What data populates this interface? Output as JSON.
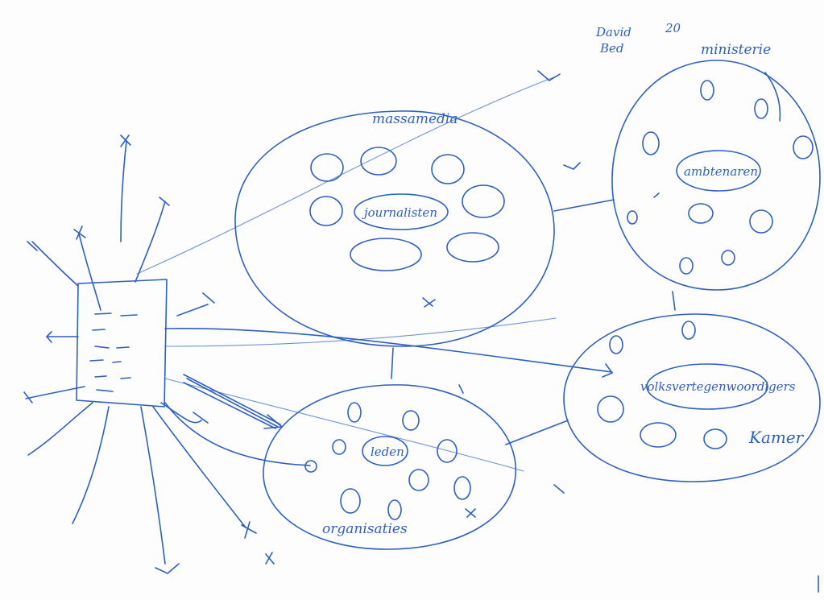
{
  "author": {
    "name_line1": "David",
    "name_line2": "Bed",
    "number": "20"
  },
  "groups": {
    "massamedia": {
      "label": "massamedia",
      "center_label": "journalisten"
    },
    "ministerie": {
      "label": "ministerie",
      "center_label": "ambtenaren"
    },
    "organisaties": {
      "label": "organisaties",
      "center_label": "leden"
    },
    "kamer": {
      "label": "Kamer",
      "center_label": "volksvertegenwoordigers"
    }
  },
  "colors": {
    "ink": "#2f5fbf",
    "paper": "#fdfdfd"
  }
}
